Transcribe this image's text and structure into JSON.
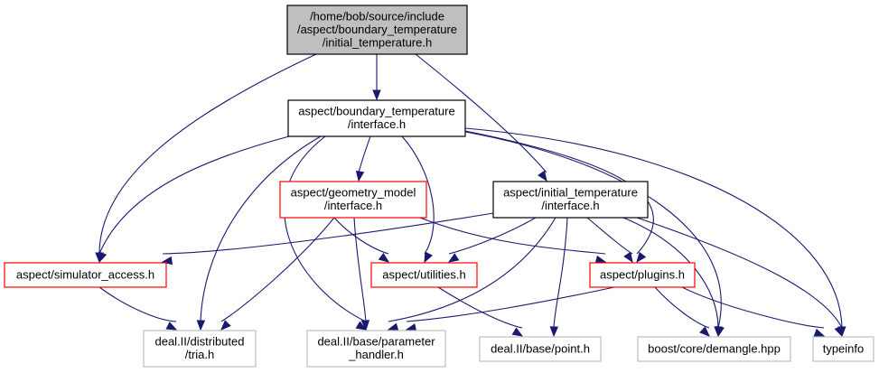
{
  "diagram": {
    "type": "include-dependency-graph",
    "colors": {
      "root_fill": "#bfbfbf",
      "root_border": "#000000",
      "documented_border": "#000000",
      "red_border": "#ff0000",
      "external_border": "#bfbfbf",
      "edge": "#191970"
    },
    "nodes": [
      {
        "id": "root",
        "lines": [
          "/home/bob/source/include",
          "/aspect/boundary_temperature",
          "/initial_temperature.h"
        ],
        "style": "root"
      },
      {
        "id": "bt_interface",
        "lines": [
          "aspect/boundary_temperature",
          "/interface.h"
        ],
        "style": "documented"
      },
      {
        "id": "gm_interface",
        "lines": [
          "aspect/geometry_model",
          "/interface.h"
        ],
        "style": "red"
      },
      {
        "id": "it_interface",
        "lines": [
          "aspect/initial_temperature",
          "/interface.h"
        ],
        "style": "documented"
      },
      {
        "id": "simulator_access",
        "lines": [
          "aspect/simulator_access.h"
        ],
        "style": "red"
      },
      {
        "id": "utilities",
        "lines": [
          "aspect/utilities.h"
        ],
        "style": "red"
      },
      {
        "id": "plugins",
        "lines": [
          "aspect/plugins.h"
        ],
        "style": "red"
      },
      {
        "id": "tria",
        "lines": [
          "deal.II/distributed",
          "/tria.h"
        ],
        "style": "external"
      },
      {
        "id": "parameter_handler",
        "lines": [
          "deal.II/base/parameter",
          "_handler.h"
        ],
        "style": "external"
      },
      {
        "id": "point",
        "lines": [
          "deal.II/base/point.h"
        ],
        "style": "external"
      },
      {
        "id": "demangle",
        "lines": [
          "boost/core/demangle.hpp"
        ],
        "style": "external"
      },
      {
        "id": "typeinfo",
        "lines": [
          "typeinfo"
        ],
        "style": "external"
      }
    ],
    "edges": [
      {
        "from": "root",
        "to": "bt_interface"
      },
      {
        "from": "root",
        "to": "it_interface"
      },
      {
        "from": "root",
        "to": "simulator_access"
      },
      {
        "from": "bt_interface",
        "to": "gm_interface"
      },
      {
        "from": "bt_interface",
        "to": "simulator_access"
      },
      {
        "from": "bt_interface",
        "to": "utilities"
      },
      {
        "from": "bt_interface",
        "to": "plugins"
      },
      {
        "from": "bt_interface",
        "to": "tria"
      },
      {
        "from": "bt_interface",
        "to": "parameter_handler"
      },
      {
        "from": "bt_interface",
        "to": "demangle"
      },
      {
        "from": "bt_interface",
        "to": "typeinfo"
      },
      {
        "from": "gm_interface",
        "to": "utilities"
      },
      {
        "from": "gm_interface",
        "to": "plugins"
      },
      {
        "from": "gm_interface",
        "to": "tria"
      },
      {
        "from": "gm_interface",
        "to": "parameter_handler"
      },
      {
        "from": "it_interface",
        "to": "simulator_access"
      },
      {
        "from": "it_interface",
        "to": "utilities"
      },
      {
        "from": "it_interface",
        "to": "plugins"
      },
      {
        "from": "it_interface",
        "to": "parameter_handler"
      },
      {
        "from": "it_interface",
        "to": "point"
      },
      {
        "from": "it_interface",
        "to": "demangle"
      },
      {
        "from": "it_interface",
        "to": "typeinfo"
      },
      {
        "from": "utilities",
        "to": "point"
      },
      {
        "from": "plugins",
        "to": "parameter_handler"
      },
      {
        "from": "plugins",
        "to": "demangle"
      },
      {
        "from": "plugins",
        "to": "typeinfo"
      },
      {
        "from": "simulator_access",
        "to": "tria"
      }
    ]
  }
}
